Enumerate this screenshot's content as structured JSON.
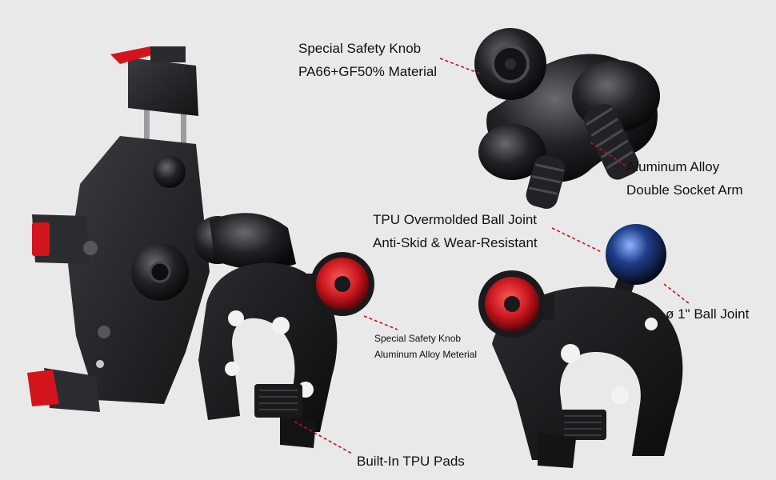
{
  "callouts": {
    "knob_top": {
      "line1": "Special Safety Knob",
      "line2": "PA66+GF50% Material"
    },
    "arm": {
      "line1": "Aluminum Alloy",
      "line2": "Double Socket Arm"
    },
    "ball_joint_tpu": {
      "line1": "TPU Overmolded Ball Joint",
      "line2": "Anti-Skid & Wear-Resistant"
    },
    "ball_size": {
      "line1": "ø 1\" Ball Joint"
    },
    "knob_red": {
      "line1": "Special Safety Knob",
      "line2": "Aluminum Alloy Meterial"
    },
    "tpu_pads": {
      "line1": "Built-In TPU Pads"
    }
  },
  "colors": {
    "background": "#e9e9e9",
    "product_body": "#1c1c1e",
    "accent_red": "#d4141c",
    "leader_line": "#c0141a"
  }
}
